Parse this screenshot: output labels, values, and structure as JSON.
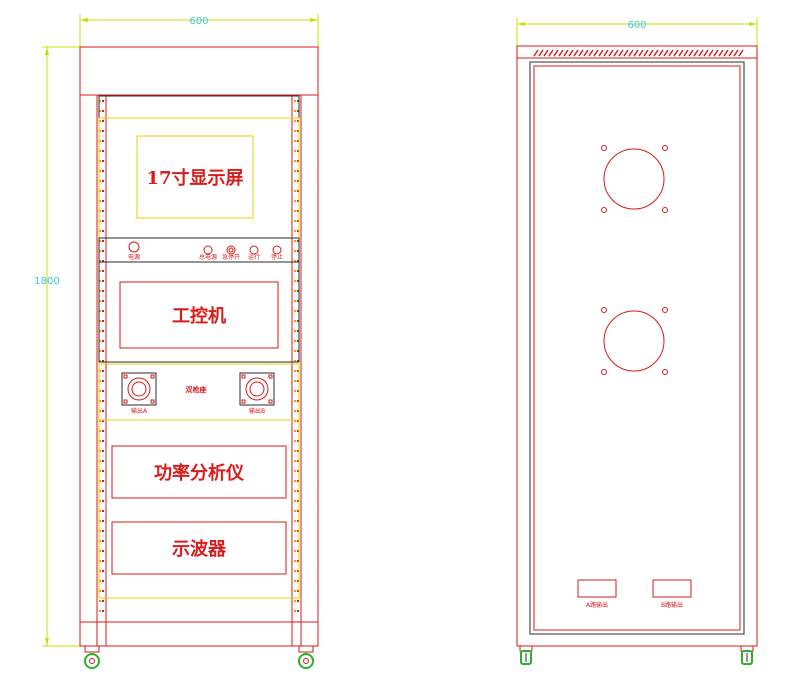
{
  "front_view": {
    "width_dim": "600",
    "height_dim": "1800",
    "monitor_label": "17寸显示屏",
    "control_labels": [
      "电源",
      "总电源",
      "急停开",
      "运行",
      "停止"
    ],
    "ipc_label": "工控机",
    "connector_panel_label": "双枪座",
    "connector_left_label": "输出A",
    "connector_right_label": "输出B",
    "power_analyzer_label": "功率分析仪",
    "oscilloscope_label": "示波器"
  },
  "rear_view": {
    "width_dim": "600",
    "port_a_label": "A路输出",
    "port_b_label": "B路输出"
  }
}
